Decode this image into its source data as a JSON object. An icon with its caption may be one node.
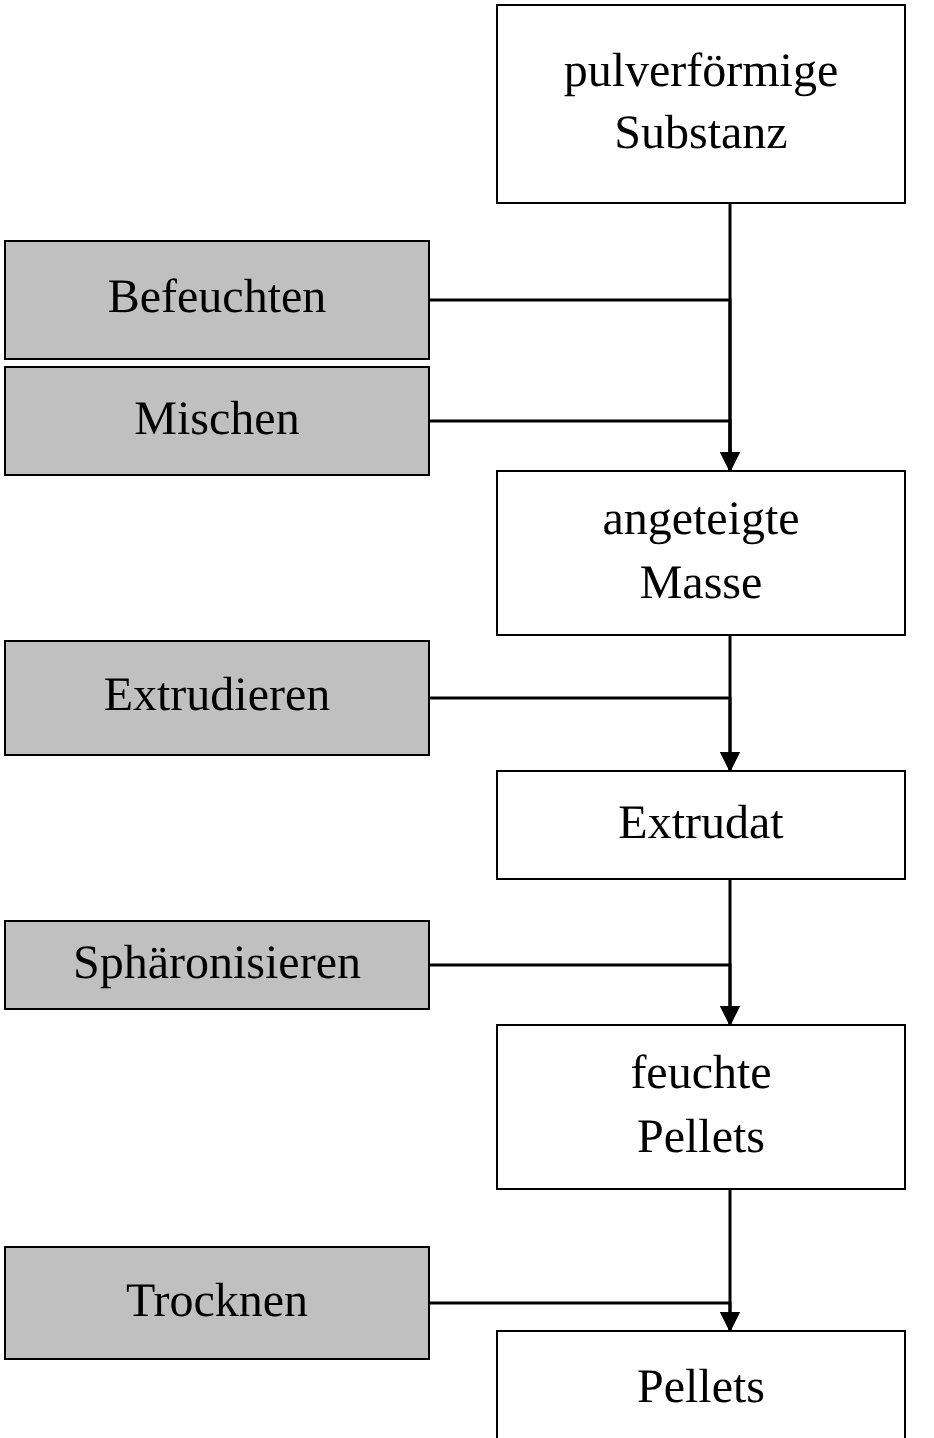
{
  "diagram": {
    "nodes": [
      {
        "text": [
          "pulverförmige Substanz"
        ]
      },
      {
        "text": [
          "Befeuchten"
        ]
      },
      {
        "text": [
          "Mischen"
        ]
      },
      {
        "text": [
          "angeteigte Masse"
        ]
      },
      {
        "text": [
          "Extrudieren"
        ]
      },
      {
        "text": [
          "Extrudat"
        ]
      },
      {
        "text": [
          "Sphäronisieren"
        ]
      },
      {
        "text": [
          "feuchte Pellets"
        ]
      },
      {
        "text": [
          "Trocknen"
        ]
      },
      {
        "text": [
          "Pellets"
        ]
      }
    ],
    "edges": [
      {
        "from": 0,
        "to": 3,
        "arrow": "to"
      },
      {
        "from": 1,
        "to": 3,
        "arrow": "to"
      },
      {
        "from": 2,
        "to": 3,
        "arrow": "to"
      },
      {
        "from": 3,
        "to": 5,
        "arrow": "to"
      },
      {
        "from": 4,
        "to": 5,
        "arrow": "to"
      },
      {
        "from": 5,
        "to": 7,
        "arrow": "to"
      },
      {
        "from": 6,
        "to": 7,
        "arrow": "to"
      },
      {
        "from": 7,
        "to": 9,
        "arrow": "to"
      },
      {
        "from": 8,
        "to": 9,
        "arrow": "to"
      }
    ]
  }
}
